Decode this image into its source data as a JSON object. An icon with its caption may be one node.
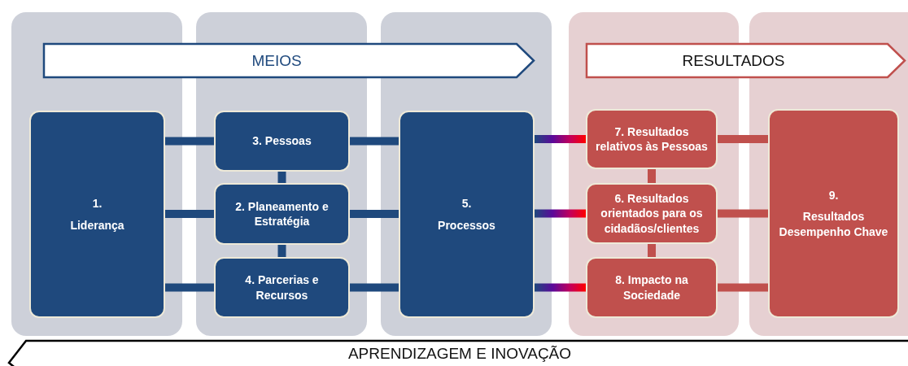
{
  "diagram": {
    "nodes": [
      {
        "text": [
          "MEIOS"
        ]
      },
      {
        "text": [
          "RESULTADOS"
        ]
      },
      {
        "text": [
          "1.",
          "Liderança"
        ]
      },
      {
        "text": [
          "3. Pessoas"
        ]
      },
      {
        "text": [
          "2. Planeamento e Estratégia"
        ]
      },
      {
        "text": [
          "4. Parcerias e Recursos"
        ]
      },
      {
        "text": [
          "5.",
          "Processos"
        ]
      },
      {
        "text": [
          "7. Resultados relativos às Pessoas"
        ]
      },
      {
        "text": [
          "6. Resultados orientados para os cidadãos/clientes"
        ]
      },
      {
        "text": [
          "8. Impacto na Sociedade"
        ]
      },
      {
        "text": [
          "9.",
          "Resultados Desempenho Chave"
        ]
      },
      {
        "text": [
          "APRENDIZAGEM E INOVAÇÃO"
        ]
      }
    ],
    "edges": [
      {
        "from": 2,
        "to": 3,
        "arrow": "none"
      },
      {
        "from": 2,
        "to": 4,
        "arrow": "none"
      },
      {
        "from": 2,
        "to": 5,
        "arrow": "none"
      },
      {
        "from": 3,
        "to": 4,
        "arrow": "none"
      },
      {
        "from": 4,
        "to": 5,
        "arrow": "none"
      },
      {
        "from": 3,
        "to": 6,
        "arrow": "none"
      },
      {
        "from": 4,
        "to": 6,
        "arrow": "none"
      },
      {
        "from": 5,
        "to": 6,
        "arrow": "none"
      },
      {
        "from": 6,
        "to": 7,
        "arrow": "none"
      },
      {
        "from": 6,
        "to": 8,
        "arrow": "none"
      },
      {
        "from": 6,
        "to": 9,
        "arrow": "none"
      },
      {
        "from": 7,
        "to": 8,
        "arrow": "none",
        "color": "#c0504d"
      },
      {
        "from": 8,
        "to": 9,
        "arrow": "none",
        "color": "#c0504d"
      },
      {
        "from": 7,
        "to": 10,
        "arrow": "none",
        "color": "#c0504d"
      },
      {
        "from": 8,
        "to": 10,
        "arrow": "none",
        "color": "#c0504d"
      },
      {
        "from": 9,
        "to": 10,
        "arrow": "none",
        "color": "#c0504d"
      }
    ]
  }
}
